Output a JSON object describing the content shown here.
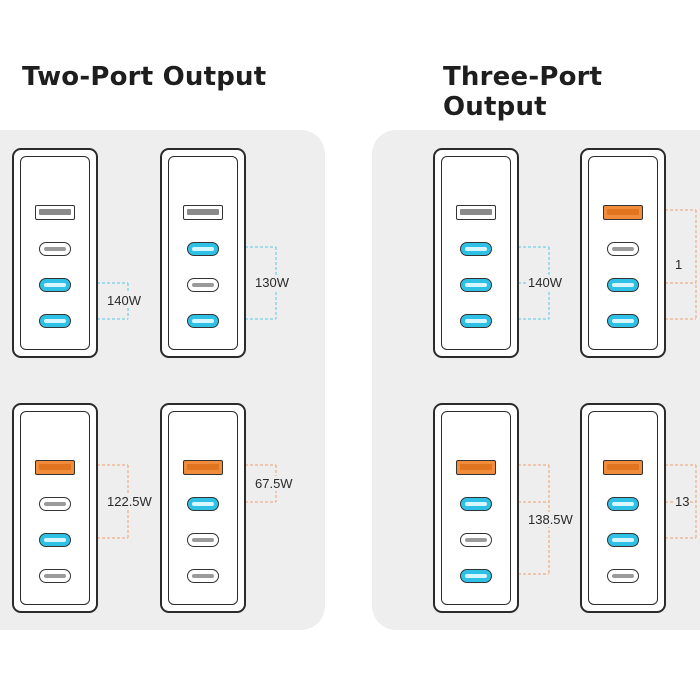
{
  "headings": {
    "left": "Two-Port Output",
    "right": "Three-Port Output"
  },
  "colors": {
    "usb_c_active": "#2fc0e6",
    "usb_a_active": "#f08c3a",
    "blue_line": "#5bc8e8",
    "orange_line": "#f0a070"
  },
  "chargers": [
    {
      "id": "tp1",
      "ports": [
        {
          "type": "usb-a",
          "active": false
        },
        {
          "type": "usb-c",
          "active": false
        },
        {
          "type": "usb-c",
          "active": true
        },
        {
          "type": "usb-c",
          "active": true
        }
      ],
      "label": "140W",
      "line_color": "blue"
    },
    {
      "id": "tp2",
      "ports": [
        {
          "type": "usb-a",
          "active": false
        },
        {
          "type": "usb-c",
          "active": true
        },
        {
          "type": "usb-c",
          "active": false
        },
        {
          "type": "usb-c",
          "active": true
        }
      ],
      "label": "130W",
      "line_color": "blue"
    },
    {
      "id": "tp3",
      "ports": [
        {
          "type": "usb-a",
          "active": true
        },
        {
          "type": "usb-c",
          "active": false
        },
        {
          "type": "usb-c",
          "active": true
        },
        {
          "type": "usb-c",
          "active": false
        }
      ],
      "label": "122.5W",
      "line_color": "orange"
    },
    {
      "id": "tp4",
      "ports": [
        {
          "type": "usb-a",
          "active": true
        },
        {
          "type": "usb-c",
          "active": true
        },
        {
          "type": "usb-c",
          "active": false
        },
        {
          "type": "usb-c",
          "active": false
        }
      ],
      "label": "67.5W",
      "line_color": "orange"
    },
    {
      "id": "th1",
      "ports": [
        {
          "type": "usb-a",
          "active": false
        },
        {
          "type": "usb-c",
          "active": true
        },
        {
          "type": "usb-c",
          "active": true
        },
        {
          "type": "usb-c",
          "active": true
        }
      ],
      "label": "140W",
      "line_color": "blue"
    },
    {
      "id": "th2",
      "ports": [
        {
          "type": "usb-a",
          "active": true
        },
        {
          "type": "usb-c",
          "active": false
        },
        {
          "type": "usb-c",
          "active": true
        },
        {
          "type": "usb-c",
          "active": true
        }
      ],
      "label": "1",
      "line_color": "orange"
    },
    {
      "id": "th3",
      "ports": [
        {
          "type": "usb-a",
          "active": true
        },
        {
          "type": "usb-c",
          "active": true
        },
        {
          "type": "usb-c",
          "active": false
        },
        {
          "type": "usb-c",
          "active": true
        }
      ],
      "label": "138.5W",
      "line_color": "orange"
    },
    {
      "id": "th4",
      "ports": [
        {
          "type": "usb-a",
          "active": true
        },
        {
          "type": "usb-c",
          "active": true
        },
        {
          "type": "usb-c",
          "active": true
        },
        {
          "type": "usb-c",
          "active": false
        }
      ],
      "label": "13",
      "line_color": "orange"
    }
  ]
}
